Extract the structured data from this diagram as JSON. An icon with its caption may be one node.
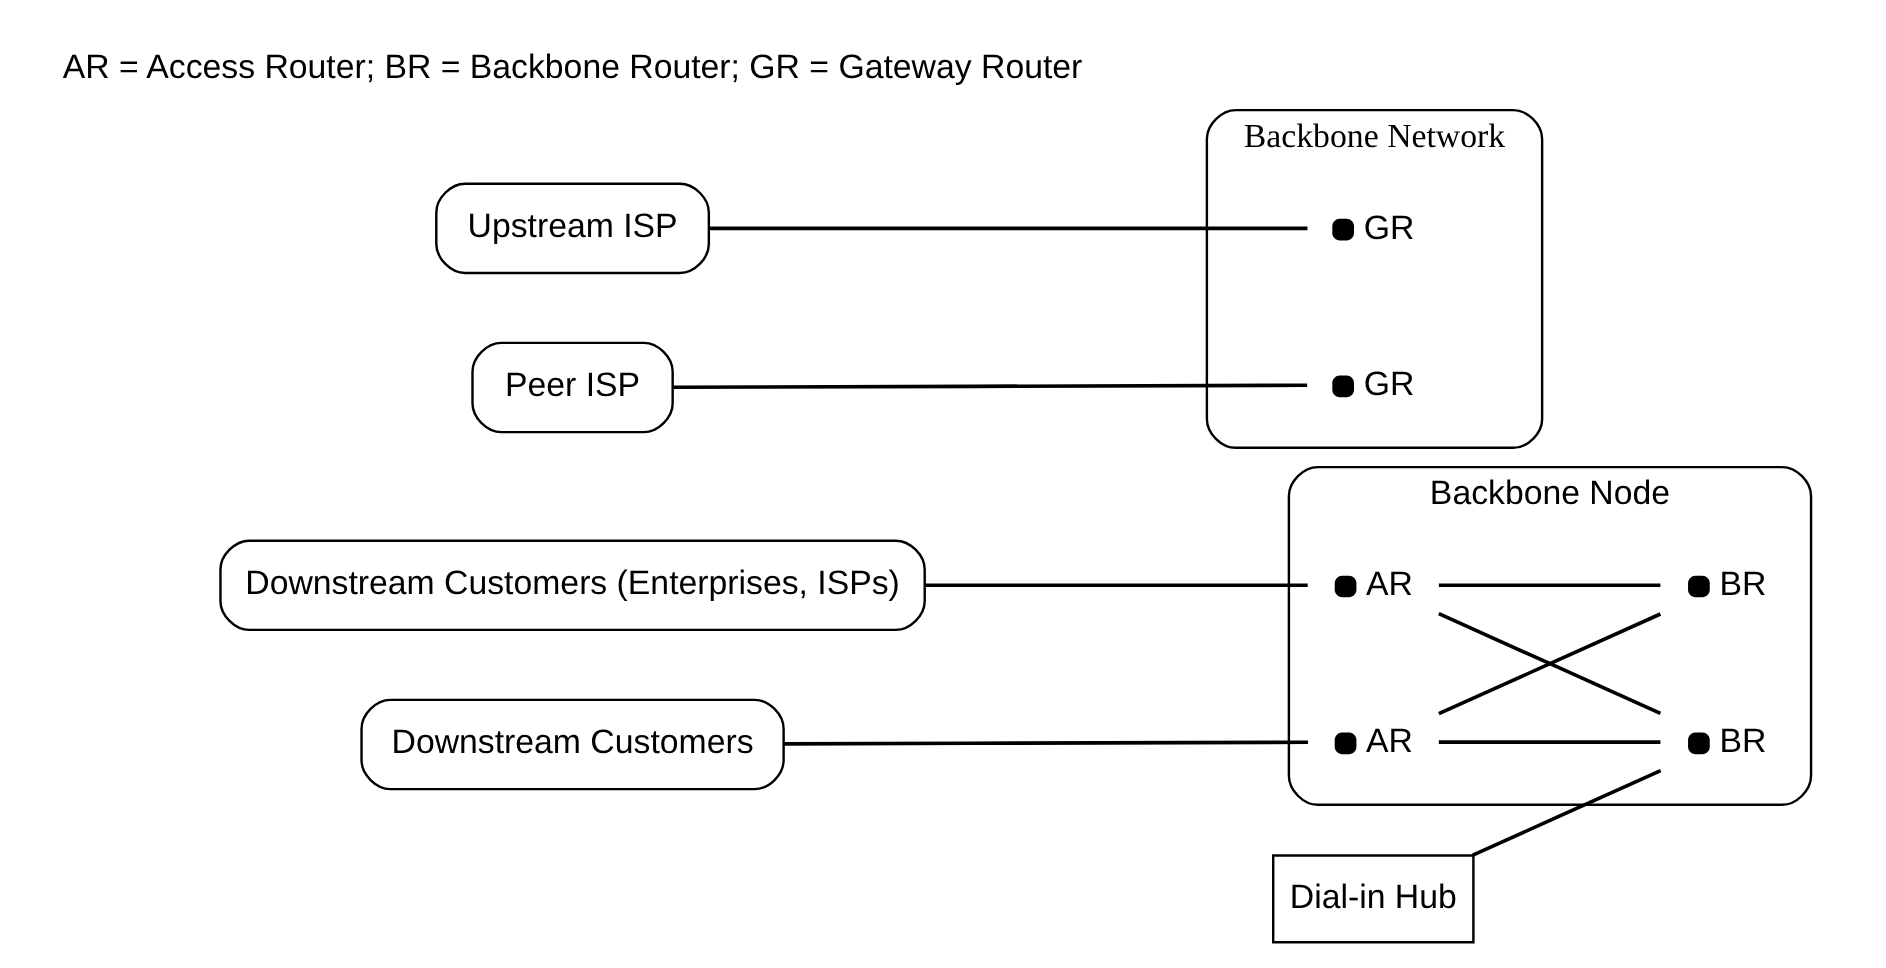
{
  "diagram": {
    "nodes": [
      {
        "text": [
          "Downstream Customers (Enterprises, ISPs)"
        ]
      },
      {
        "text": [
          "Backbone Node"
        ]
      },
      {
        "text": [
          "AR"
        ],
        "in": 1
      },
      {
        "text": [
          "BR"
        ],
        "in": 1
      },
      {
        "text": [
          "AR"
        ],
        "in": 1
      },
      {
        "text": [
          "BR"
        ],
        "in": 1
      },
      {
        "text": [
          "Downstream Customers"
        ]
      },
      {
        "text": [
          "Dial-in Hub"
        ]
      },
      {
        "text": [
          "Upstream ISP"
        ]
      },
      {
        "text": [
          "Backbone Network"
        ]
      },
      {
        "text": [
          "GR"
        ],
        "in": 9
      },
      {
        "text": [
          "GR"
        ],
        "in": 9
      },
      {
        "text": [
          "Peer ISP"
        ]
      }
    ],
    "edges": [
      {
        "from": 0,
        "to": 2,
        "arrow": "none"
      },
      {
        "from": 6,
        "to": 4,
        "arrow": "none"
      },
      {
        "from": 2,
        "to": 3,
        "arrow": "none"
      },
      {
        "from": 2,
        "to": 5,
        "arrow": "none"
      },
      {
        "from": 4,
        "to": 3,
        "arrow": "none"
      },
      {
        "from": 4,
        "to": 5,
        "arrow": "none"
      },
      {
        "from": 7,
        "to": 5,
        "arrow": "none"
      },
      {
        "from": 8,
        "to": 10,
        "arrow": "none"
      },
      {
        "from": 12,
        "to": 11,
        "arrow": "none"
      }
    ],
    "labels": [
      "AR = Access Router; BR = Backbone Router; GR = Gateway Router"
    ]
  }
}
